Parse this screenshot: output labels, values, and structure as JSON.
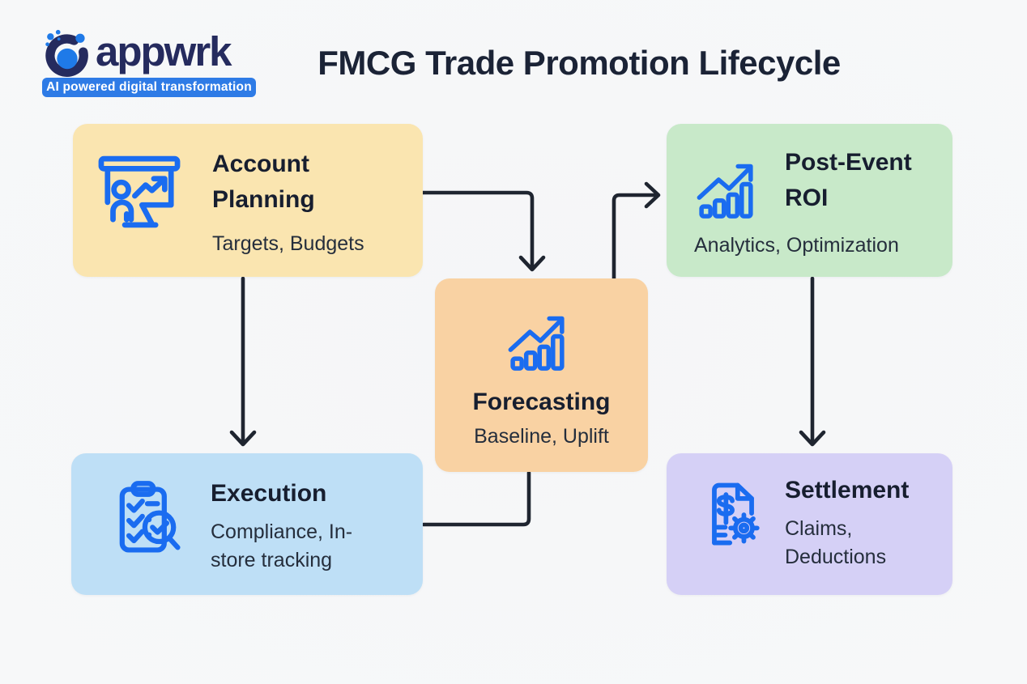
{
  "logo": {
    "brand": "appwrk",
    "tagline": "AI powered digital transformation",
    "brand_color": "#252b5e",
    "accent_color": "#1f7ae8",
    "tagline_bg": "#2e7be6"
  },
  "header": {
    "title": "FMCG Trade Promotion Lifecycle",
    "title_color": "#1b2336"
  },
  "colors": {
    "icon_blue": "#1a6cf0",
    "arrow": "#1f2530",
    "node_title_text": "#171e2f",
    "node_sub_text": "#252e3c"
  },
  "nodes": {
    "account_planning": {
      "title": "Account Planning",
      "subtitle": "Targets, Budgets",
      "bg": "#fae5b0",
      "icon": "presentation-chart-icon"
    },
    "forecasting": {
      "title": "Forecasting",
      "subtitle": "Baseline, Uplift",
      "bg": "#f9d2a3",
      "icon": "trend-bar-chart-icon"
    },
    "post_event_roi": {
      "title": "Post-Event ROI",
      "subtitle": "Analytics, Optimization",
      "bg": "#c8e9c9",
      "icon": "trend-bar-chart-icon"
    },
    "execution": {
      "title": "Execution",
      "subtitle": "Compliance, In-store tracking",
      "bg": "#bedff6",
      "icon": "clipboard-check-icon"
    },
    "settlement": {
      "title": "Settlement",
      "subtitle": "Claims, Deductions",
      "bg": "#d5d0f6",
      "icon": "invoice-gear-icon"
    }
  },
  "edges": [
    {
      "from": "Account Planning",
      "to": "Forecasting",
      "style": "arrow"
    },
    {
      "from": "Forecasting",
      "to": "Post-Event ROI",
      "style": "arrow"
    },
    {
      "from": "Account Planning",
      "to": "Execution",
      "style": "arrow"
    },
    {
      "from": "Post-Event ROI",
      "to": "Settlement",
      "style": "arrow"
    },
    {
      "from": "Forecasting",
      "to": "Execution",
      "style": "line"
    }
  ]
}
